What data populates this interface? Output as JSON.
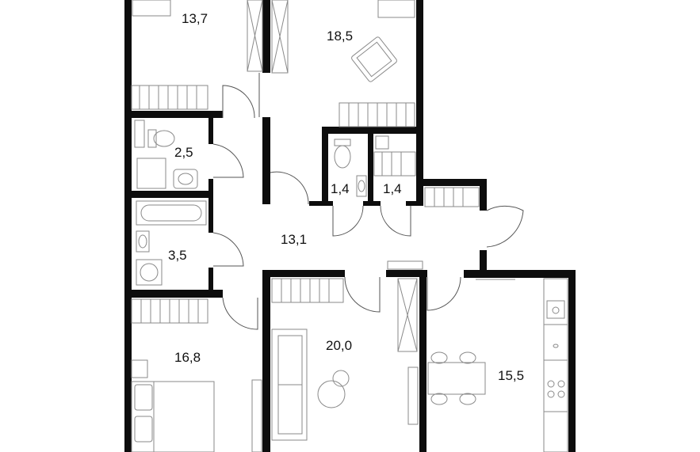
{
  "rooms": [
    {
      "id": "bedroom-nw",
      "area": "13,7"
    },
    {
      "id": "living-n",
      "area": "18,5"
    },
    {
      "id": "bathroom-small",
      "area": "2,5"
    },
    {
      "id": "wc-1",
      "area": "1,4"
    },
    {
      "id": "storage-1",
      "area": "1,4"
    },
    {
      "id": "hallway",
      "area": "13,1"
    },
    {
      "id": "bathroom-large",
      "area": "3,5"
    },
    {
      "id": "bedroom-sw",
      "area": "16,8"
    },
    {
      "id": "living-s",
      "area": "20,0"
    },
    {
      "id": "kitchen",
      "area": "15,5"
    }
  ],
  "colors": {
    "wall": "#0d0d0d",
    "furniture": "#8a8a8a",
    "background": "#ffffff"
  }
}
